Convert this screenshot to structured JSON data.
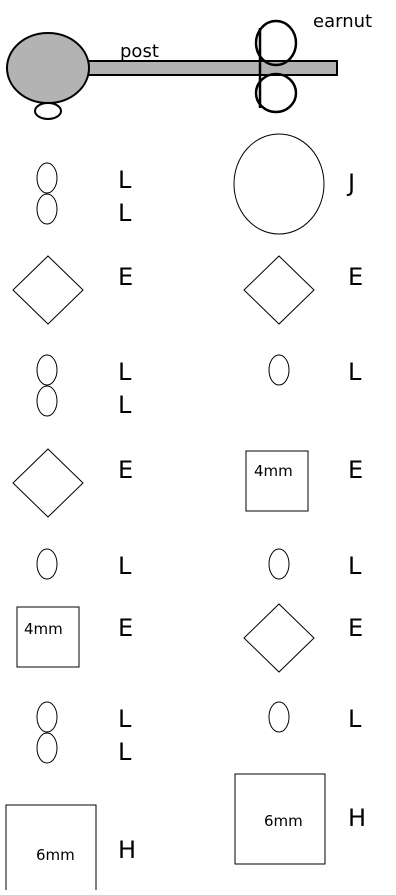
{
  "diagram": {
    "title_labels": {
      "post": "post",
      "earnut": "earnut"
    },
    "colors": {
      "post_fill": "#b3b3b3",
      "outline": "#000000",
      "background": "#ffffff"
    },
    "left_column": [
      {
        "shape": "double-oval",
        "letters": [
          "L",
          "L"
        ]
      },
      {
        "shape": "diamond",
        "letters": [
          "E"
        ]
      },
      {
        "shape": "double-oval",
        "letters": [
          "L",
          "L"
        ]
      },
      {
        "shape": "diamond",
        "letters": [
          "E"
        ]
      },
      {
        "shape": "oval",
        "letters": [
          "L"
        ]
      },
      {
        "shape": "square",
        "size_label": "4mm",
        "letters": [
          "E"
        ]
      },
      {
        "shape": "double-oval",
        "letters": [
          "L",
          "L"
        ]
      },
      {
        "shape": "square",
        "size_label": "6mm",
        "letters": [
          "H"
        ]
      }
    ],
    "right_column": [
      {
        "shape": "circle",
        "letters": [
          "J"
        ]
      },
      {
        "shape": "diamond",
        "letters": [
          "E"
        ]
      },
      {
        "shape": "oval",
        "letters": [
          "L"
        ]
      },
      {
        "shape": "square",
        "size_label": "4mm",
        "letters": [
          "E"
        ]
      },
      {
        "shape": "oval",
        "letters": [
          "L"
        ]
      },
      {
        "shape": "diamond",
        "letters": [
          "E"
        ]
      },
      {
        "shape": "oval",
        "letters": [
          "L"
        ]
      },
      {
        "shape": "square",
        "size_label": "6mm",
        "letters": [
          "H"
        ]
      }
    ]
  }
}
